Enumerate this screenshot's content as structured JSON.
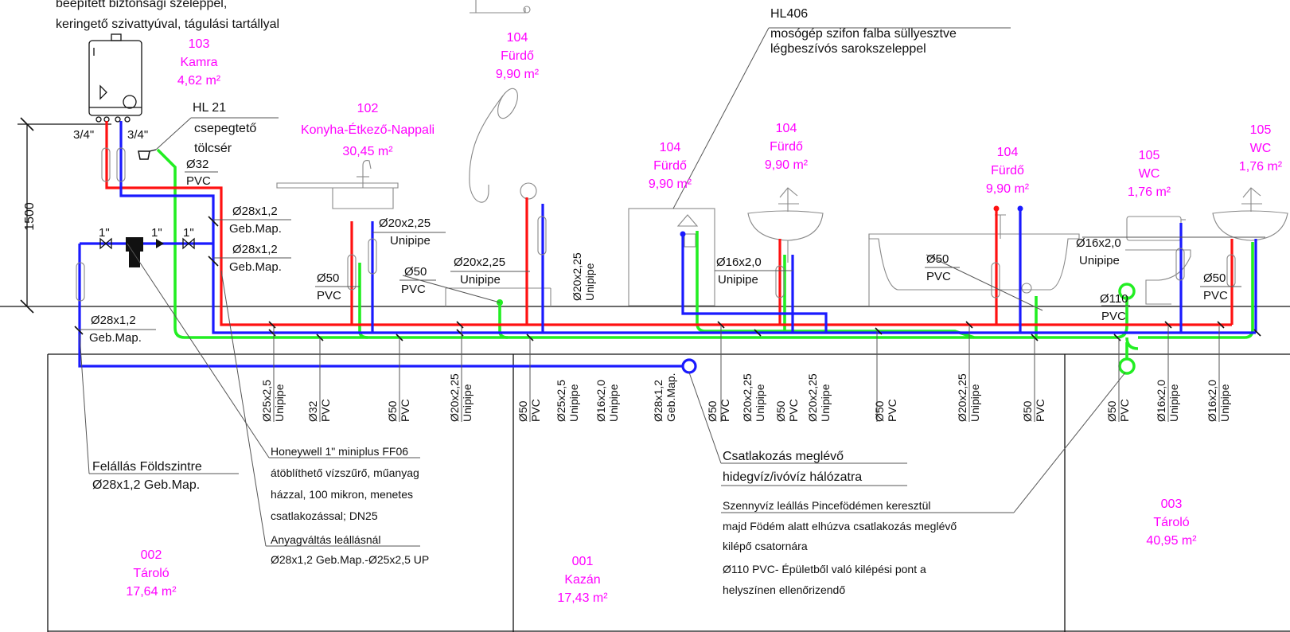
{
  "header": {
    "line1": "beépített biztonsági szeleppel,",
    "line2": "keringető szivattyúval, tágulási tartállyal"
  },
  "rooms": {
    "r103": {
      "num": "103",
      "name": "Kamra",
      "area": "4,62 m²"
    },
    "r104_top": {
      "num": "104",
      "name": "Fürdő",
      "area": "9,90 m²"
    },
    "r102": {
      "num": "102",
      "name": "Konyha-Étkező-Nappali",
      "area": "30,45 m²"
    },
    "r104_a": {
      "num": "104",
      "name": "Fürdő",
      "area": "9,90 m²"
    },
    "r104_b": {
      "num": "104",
      "name": "Fürdő",
      "area": "9,90 m²"
    },
    "r104_c": {
      "num": "104",
      "name": "Fürdő",
      "area": "9,90 m²"
    },
    "r105_a": {
      "num": "105",
      "name": "WC",
      "area": "1,76 m²"
    },
    "r105_b": {
      "num": "105",
      "name": "WC",
      "area": "1,76 m²"
    },
    "r002": {
      "num": "002",
      "name": "Tároló",
      "area": "17,64 m²"
    },
    "r001": {
      "num": "001",
      "name": "Kazán",
      "area": "17,43 m²"
    },
    "r003": {
      "num": "003",
      "name": "Tároló",
      "area": "40,95 m²"
    }
  },
  "notes": {
    "hl406_title": "HL406",
    "hl406_line1": "mosógép szifon falba süllyesztve",
    "hl406_line2": "légbeszívós sarokszeleppel",
    "hl21_title": "HL 21",
    "hl21_line1": "csepegtető",
    "hl21_line2": "tölcsér",
    "filter_title": "Honeywell 1\" miniplus FF06",
    "filter_line1": "átöblíthető vízszűrő, műanyag",
    "filter_line2": "házzal, 100 mikron, menetes",
    "filter_line3": "csatlakozással; DN25",
    "material_title": "Anyagváltás leállásnál",
    "material_line": "Ø28x1,2 Geb.Map.-Ø25x2,5 UP",
    "riser_title": "Felállás Földszintre",
    "riser_line": "Ø28x1,2 Geb.Map.",
    "conn_line1": "Csatlakozás meglévő",
    "conn_line2": "hidegvíz/ivóvíz hálózatra",
    "sewer_title": "Szennyvíz leállás Pincefödémen keresztül",
    "sewer_line1": "majd Födém alatt elhúzva csatlakozás meglévő",
    "sewer_line2": "kilépő csatornára",
    "sewer_line3": "Ø110 PVC- Épületből való kilépési pont a",
    "sewer_line4": "helyszínen ellenőrizendő"
  },
  "dimension": {
    "height": "1500"
  },
  "pipe_labels": {
    "d34a": "3/4\"",
    "d34b": "3/4\"",
    "d1a": "1\"",
    "d1b": "1\"",
    "d1c": "1\"",
    "pvc32_a": "Ø32",
    "pvc32_b": "PVC",
    "gm1_a": "Ø28x1,2",
    "gm1_b": "Geb.Map.",
    "gm2_a": "Ø28x1,2",
    "gm2_b": "Geb.Map.",
    "gm3_a": "Ø28x1,2",
    "gm3_b": "Geb.Map.",
    "up20a_a": "Ø20x2,25",
    "up20a_b": "Unipipe",
    "up20b_a": "Ø20x2,25",
    "up20b_b": "Unipipe",
    "pvc50a_a": "Ø50",
    "pvc50a_b": "PVC",
    "pvc50b_a": "Ø50",
    "pvc50b_b": "PVC",
    "up16a_a": "Ø16x2,0",
    "up16a_b": "Unipipe",
    "pvc50c_a": "Ø50",
    "pvc50c_b": "PVC",
    "up16b_a": "Ø16x2,0",
    "up16b_b": "Unipipe",
    "pvc110_a": "Ø110",
    "pvc110_b": "PVC",
    "pvc50d_a": "Ø50",
    "pvc50d_b": "PVC"
  },
  "vertical_labels": [
    {
      "a": "Ø20x2,25",
      "b": "Unipipe"
    },
    {
      "a": "Ø25x2,5",
      "b": "Unipipe"
    },
    {
      "a": "Ø32",
      "b": "PVC"
    },
    {
      "a": "Ø50",
      "b": "PVC"
    },
    {
      "a": "Ø20x2,25",
      "b": "Unipipe"
    },
    {
      "a": "Ø50",
      "b": "PVC"
    },
    {
      "a": "Ø25x2,5",
      "b": "Unipipe"
    },
    {
      "a": "Ø16x2,0",
      "b": "Unipipe"
    },
    {
      "a": "Ø28x1,2",
      "b": "Geb.Map."
    },
    {
      "a": "Ø50",
      "b": "PVC"
    },
    {
      "a": "Ø20x2,25",
      "b": "Unipipe"
    },
    {
      "a": "Ø50",
      "b": "PVC"
    },
    {
      "a": "Ø20x2,25",
      "b": "Unipipe"
    },
    {
      "a": "Ø50",
      "b": "PVC"
    },
    {
      "a": "Ø20x2,25",
      "b": "Unipipe"
    },
    {
      "a": "Ø50",
      "b": "PVC"
    },
    {
      "a": "Ø50",
      "b": "PVC"
    },
    {
      "a": "Ø16x2,0",
      "b": "Unipipe"
    },
    {
      "a": "Ø16x2,0",
      "b": "Unipipe"
    }
  ],
  "colors": {
    "hot_water": "#ff1111",
    "cold_water": "#1a1aff",
    "sewer": "#22ee22",
    "room_label": "#ff00ff"
  }
}
